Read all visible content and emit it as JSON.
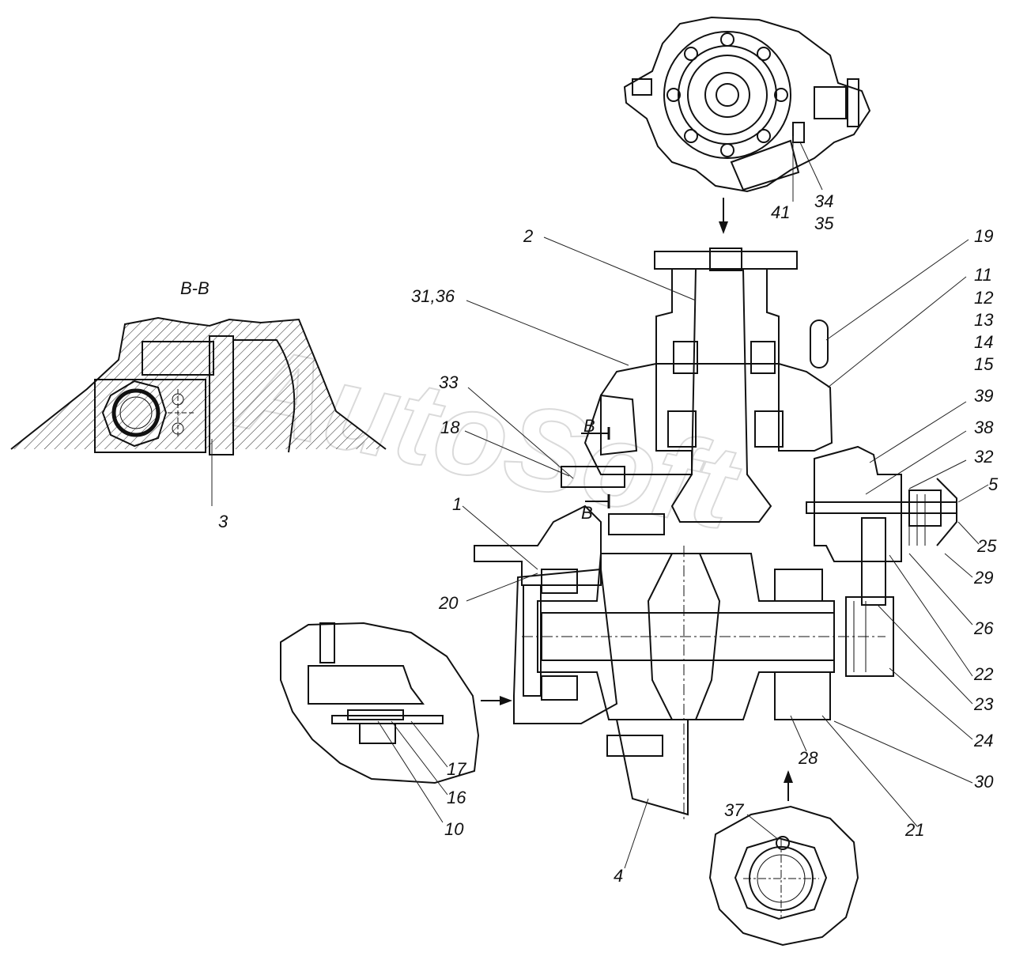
{
  "section_title": "B-B",
  "watermark": "AutoSoft",
  "section_marks": [
    "B",
    "B"
  ],
  "callouts": [
    {
      "id": "c3",
      "text": "3"
    },
    {
      "id": "c2",
      "text": "2"
    },
    {
      "id": "c31_36",
      "text": "31,36"
    },
    {
      "id": "c33",
      "text": "33"
    },
    {
      "id": "c18",
      "text": "18"
    },
    {
      "id": "c1",
      "text": "1"
    },
    {
      "id": "c20",
      "text": "20"
    },
    {
      "id": "c17",
      "text": "17"
    },
    {
      "id": "c16",
      "text": "16"
    },
    {
      "id": "c10",
      "text": "10"
    },
    {
      "id": "c4",
      "text": "4"
    },
    {
      "id": "c41",
      "text": "41"
    },
    {
      "id": "c34",
      "text": "34"
    },
    {
      "id": "c35",
      "text": "35"
    },
    {
      "id": "c19",
      "text": "19"
    },
    {
      "id": "c11",
      "text": "11"
    },
    {
      "id": "c12",
      "text": "12"
    },
    {
      "id": "c13",
      "text": "13"
    },
    {
      "id": "c14",
      "text": "14"
    },
    {
      "id": "c15",
      "text": "15"
    },
    {
      "id": "c39",
      "text": "39"
    },
    {
      "id": "c38",
      "text": "38"
    },
    {
      "id": "c32",
      "text": "32"
    },
    {
      "id": "c5",
      "text": "5"
    },
    {
      "id": "c25",
      "text": "25"
    },
    {
      "id": "c29",
      "text": "29"
    },
    {
      "id": "c26",
      "text": "26"
    },
    {
      "id": "c22",
      "text": "22"
    },
    {
      "id": "c23",
      "text": "23"
    },
    {
      "id": "c24",
      "text": "24"
    },
    {
      "id": "c30",
      "text": "30"
    },
    {
      "id": "c28",
      "text": "28"
    },
    {
      "id": "c21",
      "text": "21"
    },
    {
      "id": "c37",
      "text": "37"
    }
  ]
}
